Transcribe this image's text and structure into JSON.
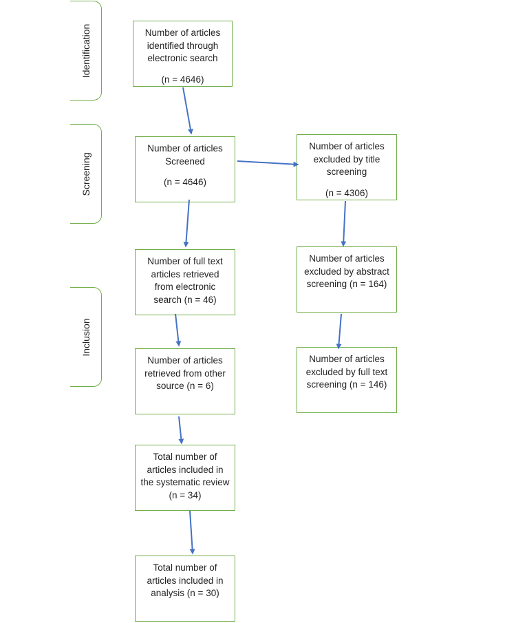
{
  "stages": {
    "identification": "Identification",
    "screening": "Screening",
    "inclusion": "Inclusion"
  },
  "boxes": {
    "identified": {
      "lines": [
        "Number of articles",
        "identified through",
        "electronic search"
      ],
      "count": "(n = 4646)"
    },
    "screened": {
      "lines": [
        "Number of articles",
        "Screened"
      ],
      "count": "(n = 4646)"
    },
    "excluded_title": {
      "lines": [
        "Number of articles",
        "excluded by title",
        "screening"
      ],
      "count": "(n = 4306)"
    },
    "fulltext_retrieved": {
      "lines": [
        "Number of full text",
        "articles retrieved",
        "from electronic",
        "search (n = 46)"
      ]
    },
    "excluded_abstract": {
      "lines": [
        "Number of articles",
        "excluded by abstract",
        "screening (n = 164)"
      ]
    },
    "other_source": {
      "lines": [
        "Number of articles",
        "retrieved from other",
        "source (n = 6)"
      ]
    },
    "excluded_fulltext": {
      "lines": [
        "Number of articles",
        "excluded by full text",
        "screening (n = 146)"
      ]
    },
    "included_review": {
      "lines": [
        "Total number of",
        "articles included in",
        "the systematic review",
        "(n = 34)"
      ]
    },
    "included_analysis": {
      "lines": [
        "Total number of",
        "articles included in",
        "analysis (n = 30)"
      ]
    }
  },
  "colors": {
    "box_border": "#70ad47",
    "arrow": "#4472c4"
  }
}
